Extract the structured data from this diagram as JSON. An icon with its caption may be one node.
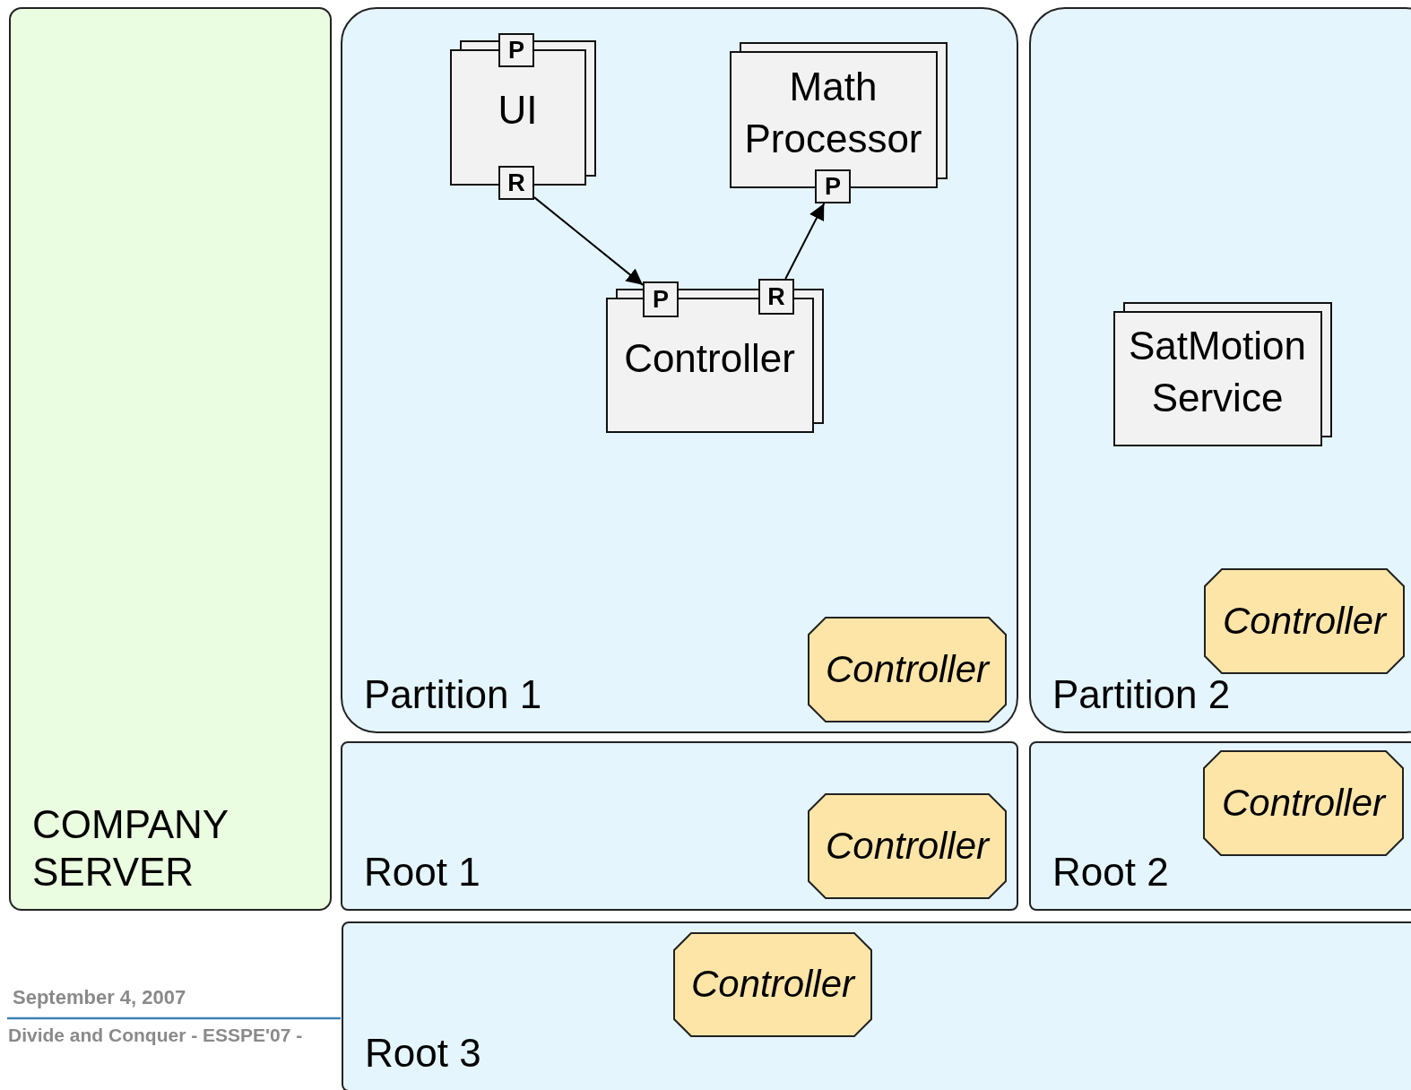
{
  "diagram": {
    "nodes": [
      {
        "text": [
          "COMPANY SERVER"
        ]
      },
      {
        "text": [
          "Partition 1"
        ]
      },
      {
        "text": [
          "UI"
        ],
        "in": 1
      },
      {
        "text": [
          "P"
        ],
        "in": 1
      },
      {
        "text": [
          "R"
        ],
        "in": 1
      },
      {
        "text": [
          "Math Processor"
        ],
        "in": 1
      },
      {
        "text": [
          "P"
        ],
        "in": 1
      },
      {
        "text": [
          "Controller"
        ],
        "in": 1
      },
      {
        "text": [
          "P"
        ],
        "in": 1
      },
      {
        "text": [
          "R"
        ],
        "in": 1
      },
      {
        "text": [
          "Controller"
        ],
        "in": 1
      },
      {
        "text": [
          "Partition 2"
        ]
      },
      {
        "text": [
          "SatMotion Service"
        ],
        "in": 11
      },
      {
        "text": [
          "Controller"
        ],
        "in": 11
      },
      {
        "text": [
          "Root 1"
        ]
      },
      {
        "text": [
          "Controller"
        ],
        "in": 14
      },
      {
        "text": [
          "Root 2"
        ]
      },
      {
        "text": [
          "Controller"
        ],
        "in": 16
      },
      {
        "text": [
          "Root 3"
        ]
      },
      {
        "text": [
          "Controller"
        ],
        "in": 18
      }
    ],
    "edges": [
      {
        "from": 4,
        "to": 8,
        "arrow": "to"
      },
      {
        "from": 9,
        "to": 6,
        "arrow": "to"
      }
    ],
    "labels": [
      "September 4, 2007",
      "Divide and Conquer - ESSPE'07 -"
    ]
  }
}
